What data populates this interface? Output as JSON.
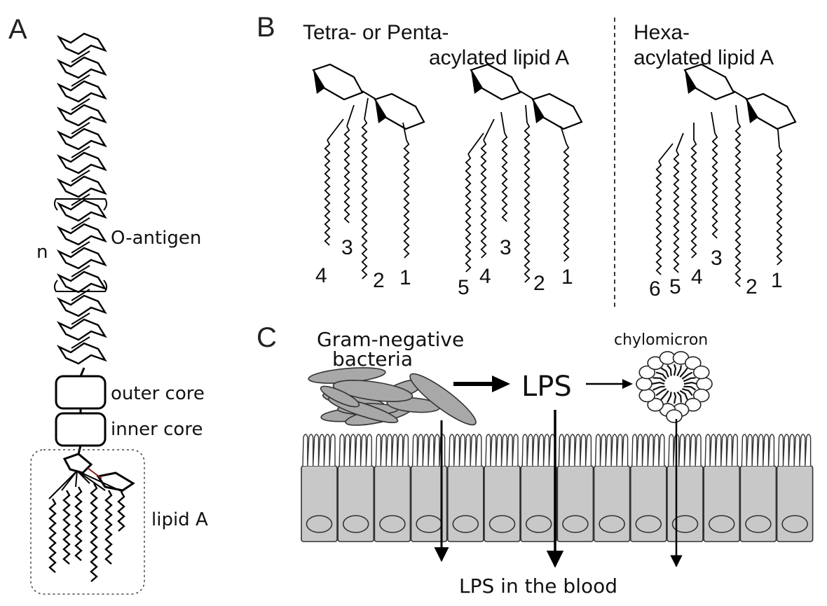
{
  "panel_a": {
    "letter": "A",
    "repeat_count": "n",
    "o_antigen": "O-antigen",
    "outer_core": "outer core",
    "inner_core": "inner core",
    "lipid_a": "lipid A"
  },
  "panel_b": {
    "letter": "B",
    "header_left_line1": "Tetra- or Penta-",
    "header_left_line2": "acylated lipid A",
    "header_right_line1": "Hexa-",
    "header_right_line2": "acylated lipid A",
    "tetra_chains": [
      "4",
      "3",
      "2",
      "1"
    ],
    "penta_chains": [
      "5",
      "4",
      "3",
      "2",
      "1"
    ],
    "hexa_chains": [
      "6",
      "5",
      "4",
      "3",
      "2",
      "1"
    ]
  },
  "panel_c": {
    "letter": "C",
    "bacteria_line1": "Gram-negative",
    "bacteria_line2": "bacteria",
    "lps": "LPS",
    "chylomicron": "chylomicron",
    "blood": "LPS in the blood"
  }
}
